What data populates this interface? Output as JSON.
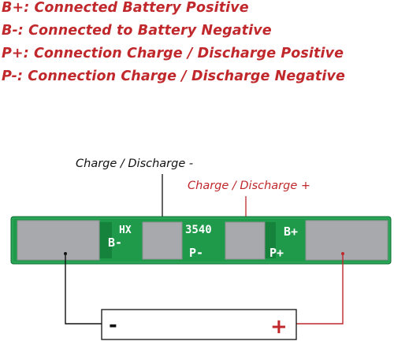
{
  "legend": [
    "B+: Connected Battery Positive",
    "B-: Connected to Battery Negative",
    "P+: Connection Charge / Discharge Positive",
    "P-: Connection Charge / Discharge Negative"
  ],
  "callouts": {
    "negative": "Charge / Discharge -",
    "positive": "Charge / Discharge +"
  },
  "board": {
    "label_b_minus": "B-",
    "label_hx": "HX",
    "label_model": "3540",
    "label_p_minus": "P-",
    "label_b_plus": "B+",
    "label_p_plus": "P+"
  },
  "battery": {
    "minus": "-",
    "plus": "+"
  },
  "colors": {
    "accent_red": "#c0282c",
    "pcb_green": "#1e9a4a",
    "pad_gray": "#a7a9ac",
    "wire_black": "#111111"
  }
}
